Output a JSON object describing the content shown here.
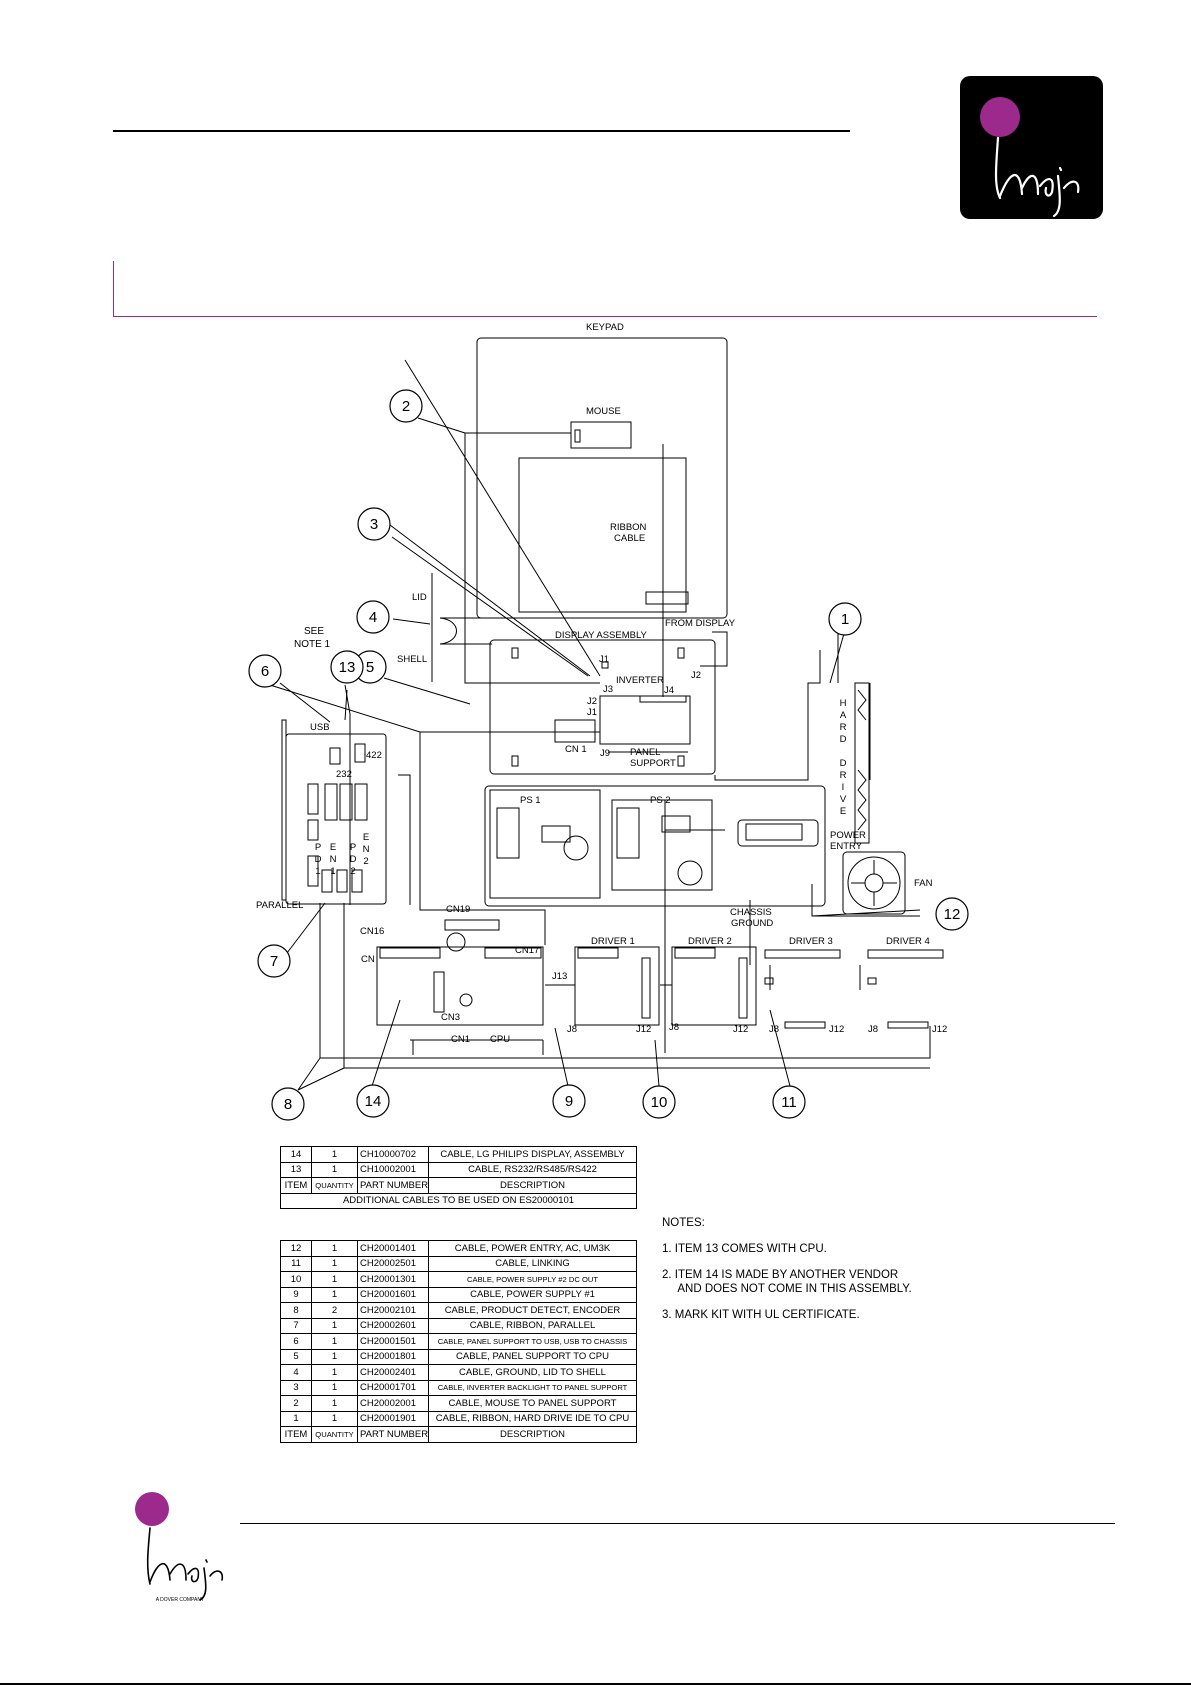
{
  "brand": {
    "logo_text": "Imaje",
    "footer_logo_text": "Imaje",
    "footer_tagline": "A DOVER COMPANY",
    "colors": {
      "magenta": "#9c2a8c",
      "logo_bg": "#000000"
    }
  },
  "diagram": {
    "labels": {
      "keypad": "KEYPAD",
      "mouse": "MOUSE",
      "ribbon_cable": [
        "RIBBON",
        "CABLE"
      ],
      "lid": "LID",
      "shell": "SHELL",
      "see_note": [
        "SEE",
        "NOTE 1"
      ],
      "display_assembly": "DISPLAY ASSEMBLY",
      "from_display": "FROM DISPLAY",
      "j1": "J1",
      "j2_panel": "J2",
      "j3": "J3",
      "j4": "J4",
      "j1b": "J1",
      "j2b": "J2",
      "inverter": "INVERTER",
      "cn1_panel": "CN 1",
      "j9": "J9",
      "panel_support": [
        "PANEL",
        "SUPPORT"
      ],
      "hard_drive": [
        "H",
        "A",
        "R",
        "D",
        "",
        "D",
        "R",
        "I",
        "V",
        "E"
      ],
      "usb": "USB",
      "r422": "422",
      "r232": "232",
      "pen1": [
        "P",
        "D",
        "1"
      ],
      "en1": [
        "E",
        "N",
        "1"
      ],
      "pen2": [
        "P",
        "D",
        "2"
      ],
      "en2": [
        "E",
        "N",
        "2"
      ],
      "parallel": "PARALLEL",
      "ps1": "PS 1",
      "ps2": "PS 2",
      "power_entry": [
        "POWER",
        "ENTRY"
      ],
      "fan": "FAN",
      "chassis_ground": [
        "CHASSIS",
        "GROUND"
      ],
      "cn19": "CN19",
      "cn16": "CN16",
      "cn17": "CN17",
      "cn": "CN",
      "cn3": "CN3",
      "cn1_cpu": "CN1",
      "cpu": "CPU",
      "j13": "J13",
      "driver1": "DRIVER 1",
      "driver2": "DRIVER 2",
      "driver3": "DRIVER 3",
      "driver4": "DRIVER 4",
      "j8": "J8",
      "j12": "J12"
    },
    "balloons": [
      "1",
      "2",
      "3",
      "4",
      "5",
      "6",
      "7",
      "8",
      "9",
      "10",
      "11",
      "12",
      "13",
      "14"
    ]
  },
  "table_additional": {
    "rows": [
      {
        "item": "14",
        "qty": "1",
        "part": "CH10000702",
        "desc": "CABLE, LG PHILIPS DISPLAY, ASSEMBLY"
      },
      {
        "item": "13",
        "qty": "1",
        "part": "CH10002001",
        "desc": "CABLE, RS232/RS485/RS422"
      }
    ],
    "header": {
      "item": "ITEM",
      "qty": "QUANTITY",
      "part": "PART NUMBER",
      "desc": "DESCRIPTION"
    },
    "caption": "ADDITIONAL CABLES TO BE USED ON ES20000101"
  },
  "table_main": {
    "rows": [
      {
        "item": "12",
        "qty": "1",
        "part": "CH20001401",
        "desc": "CABLE, POWER ENTRY, AC, UM3K"
      },
      {
        "item": "11",
        "qty": "1",
        "part": "CH20002501",
        "desc": "CABLE, LINKING"
      },
      {
        "item": "10",
        "qty": "1",
        "part": "CH20001301",
        "desc": "CABLE, POWER SUPPLY #2 DC OUT"
      },
      {
        "item": "9",
        "qty": "1",
        "part": "CH20001601",
        "desc": "CABLE, POWER SUPPLY #1"
      },
      {
        "item": "8",
        "qty": "2",
        "part": "CH20002101",
        "desc": "CABLE, PRODUCT DETECT, ENCODER"
      },
      {
        "item": "7",
        "qty": "1",
        "part": "CH20002601",
        "desc": "CABLE, RIBBON, PARALLEL"
      },
      {
        "item": "6",
        "qty": "1",
        "part": "CH20001501",
        "desc": "CABLE, PANEL SUPPORT TO USB, USB TO CHASSIS"
      },
      {
        "item": "5",
        "qty": "1",
        "part": "CH20001801",
        "desc": "CABLE, PANEL SUPPORT TO CPU"
      },
      {
        "item": "4",
        "qty": "1",
        "part": "CH20002401",
        "desc": "CABLE, GROUND, LID TO SHELL"
      },
      {
        "item": "3",
        "qty": "1",
        "part": "CH20001701",
        "desc": "CABLE, INVERTER BACKLIGHT TO PANEL SUPPORT"
      },
      {
        "item": "2",
        "qty": "1",
        "part": "CH20002001",
        "desc": "CABLE, MOUSE TO PANEL SUPPORT"
      },
      {
        "item": "1",
        "qty": "1",
        "part": "CH20001901",
        "desc": "CABLE, RIBBON, HARD DRIVE IDE TO CPU"
      }
    ],
    "header": {
      "item": "ITEM",
      "qty": "QUANTITY",
      "part": "PART NUMBER",
      "desc": "DESCRIPTION"
    }
  },
  "notes": {
    "title": "NOTES:",
    "items": [
      "1. ITEM 13 COMES WITH CPU.",
      "2. ITEM 14 IS MADE BY ANOTHER VENDOR",
      "     AND DOES NOT COME IN THIS ASSEMBLY.",
      "3. MARK KIT WITH UL CERTIFICATE."
    ]
  }
}
